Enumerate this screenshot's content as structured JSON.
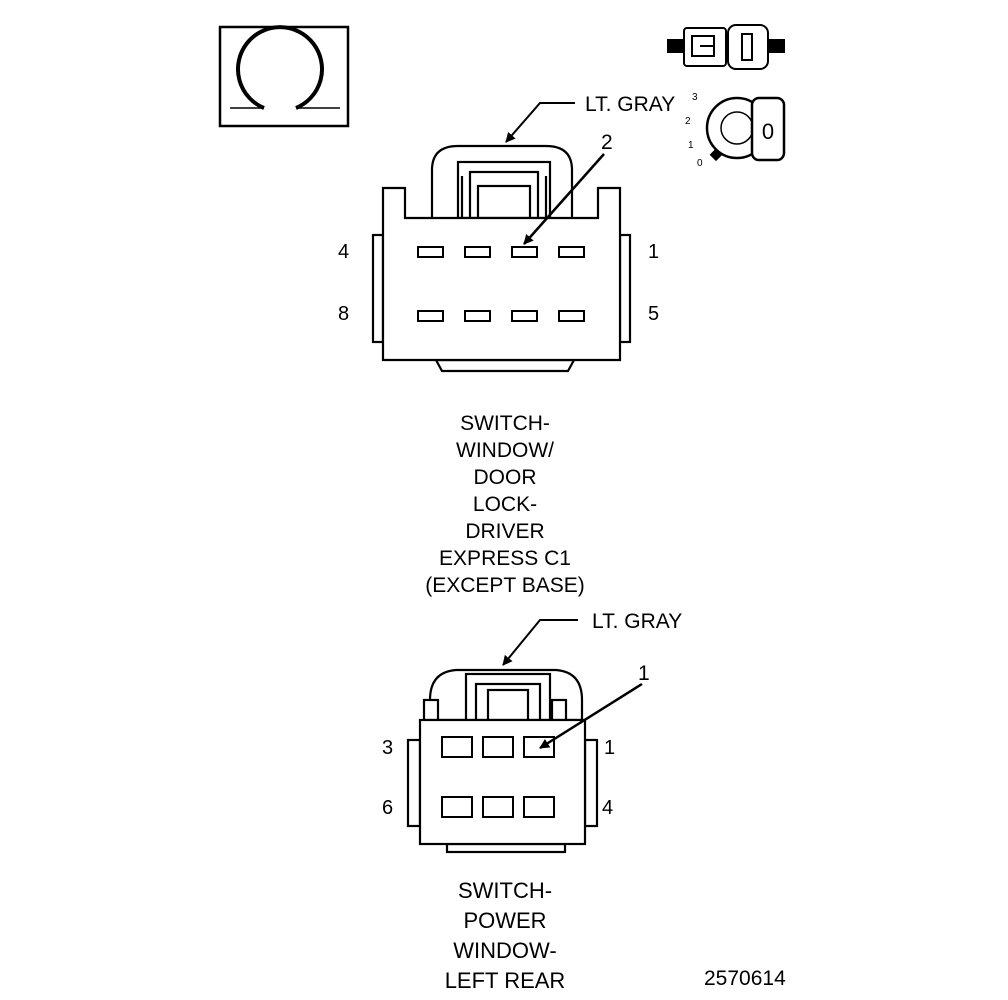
{
  "icons": {
    "terminal_view": "circular-arrow-icon",
    "connector_pair": "connector-pair-icon",
    "ignition": "ignition-key-icon"
  },
  "ignition_positions": [
    "3",
    "2",
    "1",
    "0"
  ],
  "ignition_key_label": "0",
  "connector1": {
    "color_label": "LT. GRAY",
    "callout_pin": "2",
    "pin_labels": {
      "top_left": "4",
      "top_right": "1",
      "bottom_left": "8",
      "bottom_right": "5"
    },
    "caption": [
      "SWITCH-",
      "WINDOW/",
      "DOOR",
      "LOCK-",
      "DRIVER",
      "EXPRESS C1",
      "(EXCEPT BASE)"
    ]
  },
  "connector2": {
    "color_label": "LT. GRAY",
    "callout_pin": "1",
    "pin_labels": {
      "top_left": "3",
      "top_right": "1",
      "bottom_left": "6",
      "bottom_right": "4"
    },
    "caption": [
      "SWITCH-",
      "POWER",
      "WINDOW-",
      "LEFT REAR"
    ]
  },
  "figure_number": "2570614"
}
